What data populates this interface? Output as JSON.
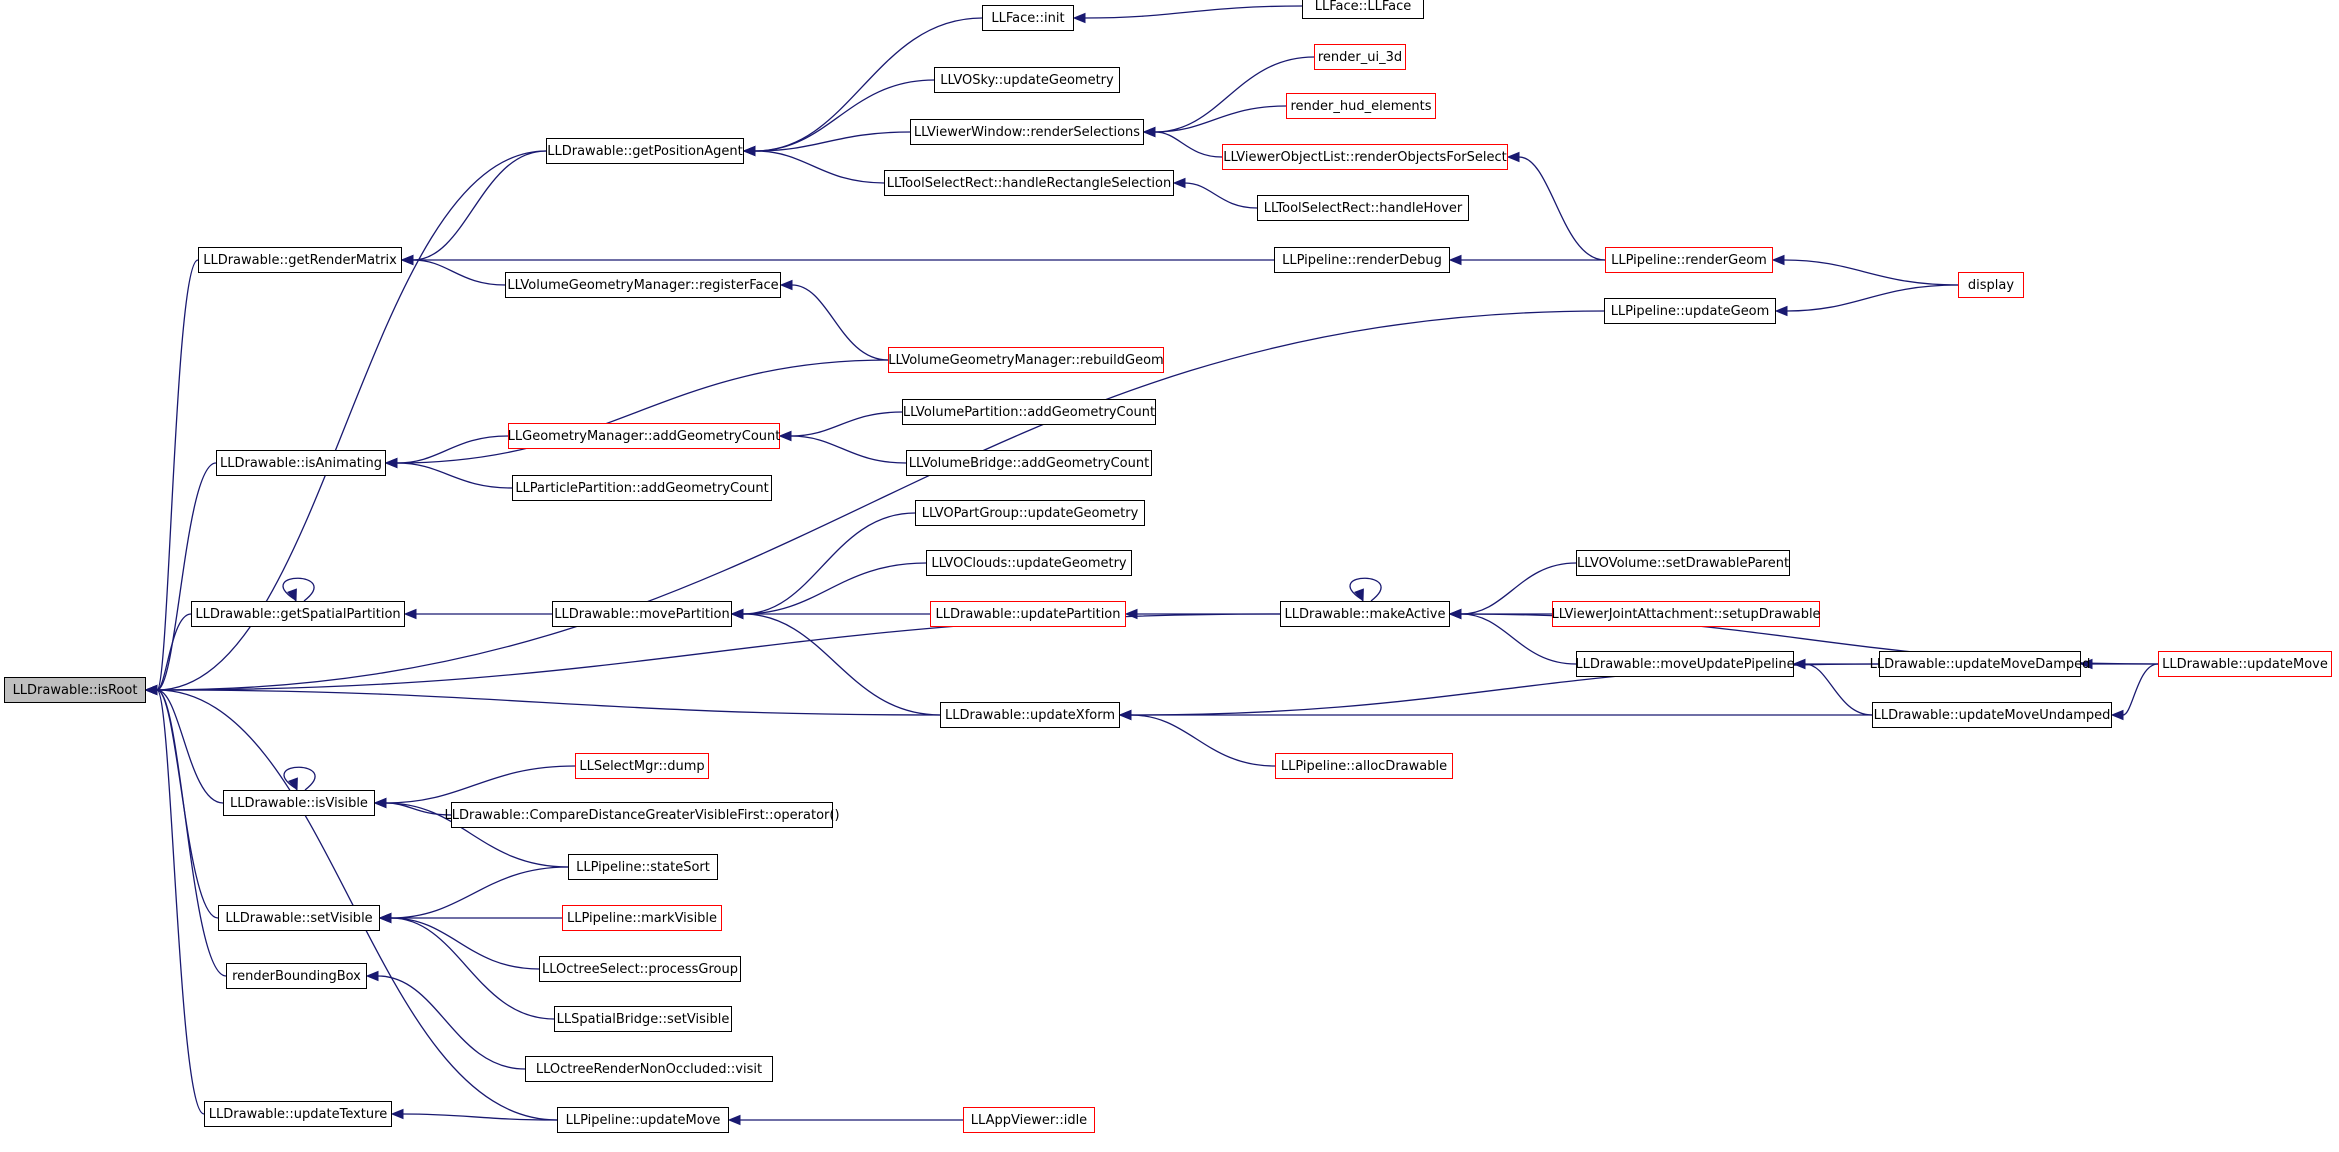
{
  "diagram": {
    "title": "",
    "root_fill": "#bfbfbf",
    "edge_color": "#191970",
    "nodes": [
      {
        "id": "isRoot",
        "label": "LLDrawable::isRoot",
        "border": "black",
        "root": true
      },
      {
        "id": "getPositionAgent",
        "label": "LLDrawable::getPositionAgent",
        "border": "black"
      },
      {
        "id": "getRenderMatrix",
        "label": "LLDrawable::getRenderMatrix",
        "border": "black"
      },
      {
        "id": "isAnimating",
        "label": "LLDrawable::isAnimating",
        "border": "black"
      },
      {
        "id": "getSpatialPartition",
        "label": "LLDrawable::getSpatialPartition",
        "border": "black"
      },
      {
        "id": "isVisible",
        "label": "LLDrawable::isVisible",
        "border": "black"
      },
      {
        "id": "setVisible",
        "label": "LLDrawable::setVisible",
        "border": "black"
      },
      {
        "id": "renderBoundingBox",
        "label": "renderBoundingBox",
        "border": "black"
      },
      {
        "id": "updateTexture",
        "label": "LLDrawable::updateTexture",
        "border": "black"
      },
      {
        "id": "faceInit",
        "label": "LLFace::init",
        "border": "black"
      },
      {
        "id": "faceCtor",
        "label": "LLFace::LLFace",
        "border": "black"
      },
      {
        "id": "skyUpdateGeom",
        "label": "LLVOSky::updateGeometry",
        "border": "black"
      },
      {
        "id": "renderSelections",
        "label": "LLViewerWindow::renderSelections",
        "border": "black"
      },
      {
        "id": "renderUi3d",
        "label": "render_ui_3d",
        "border": "red"
      },
      {
        "id": "renderHud",
        "label": "render_hud_elements",
        "border": "red"
      },
      {
        "id": "renderObjectsForSelect",
        "label": "LLViewerObjectList::renderObjectsForSelect",
        "border": "red"
      },
      {
        "id": "handleRectSel",
        "label": "LLToolSelectRect::handleRectangleSelection",
        "border": "black"
      },
      {
        "id": "handleHover",
        "label": "LLToolSelectRect::handleHover",
        "border": "black"
      },
      {
        "id": "registerFace",
        "label": "LLVolumeGeometryManager::registerFace",
        "border": "black"
      },
      {
        "id": "renderDebug",
        "label": "LLPipeline::renderDebug",
        "border": "black"
      },
      {
        "id": "renderGeom",
        "label": "LLPipeline::renderGeom",
        "border": "red"
      },
      {
        "id": "display",
        "label": "display",
        "border": "red"
      },
      {
        "id": "pipeUpdateGeom",
        "label": "LLPipeline::updateGeom",
        "border": "black"
      },
      {
        "id": "rebuildGeom",
        "label": "LLVolumeGeometryManager::rebuildGeom",
        "border": "red"
      },
      {
        "id": "geomMgrAddCount",
        "label": "LLGeometryManager::addGeometryCount",
        "border": "red"
      },
      {
        "id": "volPartAddCount",
        "label": "LLVolumePartition::addGeometryCount",
        "border": "black"
      },
      {
        "id": "volBridgeAddCount",
        "label": "LLVolumeBridge::addGeometryCount",
        "border": "black"
      },
      {
        "id": "particleAddCount",
        "label": "LLParticlePartition::addGeometryCount",
        "border": "black"
      },
      {
        "id": "partGroupUpdateGeom",
        "label": "LLVOPartGroup::updateGeometry",
        "border": "black"
      },
      {
        "id": "cloudsUpdateGeom",
        "label": "LLVOClouds::updateGeometry",
        "border": "black"
      },
      {
        "id": "movePartition",
        "label": "LLDrawable::movePartition",
        "border": "black"
      },
      {
        "id": "updatePartition",
        "label": "LLDrawable::updatePartition",
        "border": "red"
      },
      {
        "id": "makeActive",
        "label": "LLDrawable::makeActive",
        "border": "black"
      },
      {
        "id": "setDrawableParent",
        "label": "LLVOVolume::setDrawableParent",
        "border": "black"
      },
      {
        "id": "setupDrawable",
        "label": "LLViewerJointAttachment::setupDrawable",
        "border": "red"
      },
      {
        "id": "moveUpdatePipeline",
        "label": "LLDrawable::moveUpdatePipeline",
        "border": "black"
      },
      {
        "id": "updateMoveDamped",
        "label": "LLDrawable::updateMoveDamped",
        "border": "black"
      },
      {
        "id": "updateMove",
        "label": "LLDrawable::updateMove",
        "border": "red"
      },
      {
        "id": "updateMoveUndamped",
        "label": "LLDrawable::updateMoveUndamped",
        "border": "black"
      },
      {
        "id": "updateXform",
        "label": "LLDrawable::updateXform",
        "border": "black"
      },
      {
        "id": "allocDrawable",
        "label": "LLPipeline::allocDrawable",
        "border": "red"
      },
      {
        "id": "selectMgrDump",
        "label": "LLSelectMgr::dump",
        "border": "red"
      },
      {
        "id": "compareDist",
        "label": "LLDrawable::CompareDistanceGreaterVisibleFirst::operator()",
        "border": "black"
      },
      {
        "id": "stateSort",
        "label": "LLPipeline::stateSort",
        "border": "black"
      },
      {
        "id": "markVisible",
        "label": "LLPipeline::markVisible",
        "border": "red"
      },
      {
        "id": "processGroup",
        "label": "LLOctreeSelect::processGroup",
        "border": "black"
      },
      {
        "id": "spatialSetVisible",
        "label": "LLSpatialBridge::setVisible",
        "border": "black"
      },
      {
        "id": "octreeVisit",
        "label": "LLOctreeRenderNonOccluded::visit",
        "border": "black"
      },
      {
        "id": "pipeUpdateMove",
        "label": "LLPipeline::updateMove",
        "border": "black"
      },
      {
        "id": "appIdle",
        "label": "LLAppViewer::idle",
        "border": "red"
      }
    ],
    "edges": [
      [
        "getPositionAgent",
        "isRoot"
      ],
      [
        "getRenderMatrix",
        "isRoot"
      ],
      [
        "isAnimating",
        "isRoot"
      ],
      [
        "getSpatialPartition",
        "isRoot"
      ],
      [
        "isVisible",
        "isRoot"
      ],
      [
        "setVisible",
        "isRoot"
      ],
      [
        "renderBoundingBox",
        "isRoot"
      ],
      [
        "updateTexture",
        "isRoot"
      ],
      [
        "makeActive",
        "isRoot"
      ],
      [
        "updateXform",
        "isRoot"
      ],
      [
        "pipeUpdateGeom",
        "isRoot"
      ],
      [
        "pipeUpdateMove",
        "isRoot"
      ],
      [
        "faceInit",
        "getPositionAgent"
      ],
      [
        "faceCtor",
        "faceInit"
      ],
      [
        "skyUpdateGeom",
        "getPositionAgent"
      ],
      [
        "renderSelections",
        "getPositionAgent"
      ],
      [
        "handleRectSel",
        "getPositionAgent"
      ],
      [
        "renderUi3d",
        "renderSelections"
      ],
      [
        "renderHud",
        "renderSelections"
      ],
      [
        "renderObjectsForSelect",
        "renderSelections"
      ],
      [
        "renderGeom",
        "renderObjectsForSelect"
      ],
      [
        "handleHover",
        "handleRectSel"
      ],
      [
        "getPositionAgent",
        "getRenderMatrix"
      ],
      [
        "renderDebug",
        "getRenderMatrix"
      ],
      [
        "registerFace",
        "getRenderMatrix"
      ],
      [
        "renderGeom",
        "renderDebug"
      ],
      [
        "display",
        "renderGeom"
      ],
      [
        "display",
        "pipeUpdateGeom"
      ],
      [
        "rebuildGeom",
        "registerFace"
      ],
      [
        "rebuildGeom",
        "isAnimating"
      ],
      [
        "geomMgrAddCount",
        "isAnimating"
      ],
      [
        "particleAddCount",
        "isAnimating"
      ],
      [
        "volPartAddCount",
        "geomMgrAddCount"
      ],
      [
        "volBridgeAddCount",
        "geomMgrAddCount"
      ],
      [
        "getSpatialPartition",
        "getSpatialPartition"
      ],
      [
        "movePartition",
        "getSpatialPartition"
      ],
      [
        "partGroupUpdateGeom",
        "movePartition"
      ],
      [
        "cloudsUpdateGeom",
        "movePartition"
      ],
      [
        "updatePartition",
        "movePartition"
      ],
      [
        "updateXform",
        "movePartition"
      ],
      [
        "makeActive",
        "updatePartition"
      ],
      [
        "makeActive",
        "makeActive"
      ],
      [
        "setDrawableParent",
        "makeActive"
      ],
      [
        "setupDrawable",
        "makeActive"
      ],
      [
        "moveUpdatePipeline",
        "makeActive"
      ],
      [
        "updateMove",
        "makeActive"
      ],
      [
        "updateMoveDamped",
        "moveUpdatePipeline"
      ],
      [
        "updateMoveUndamped",
        "moveUpdatePipeline"
      ],
      [
        "updateMove",
        "updateMoveDamped"
      ],
      [
        "updateMove",
        "updateMoveUndamped"
      ],
      [
        "updateMoveDamped",
        "updateXform"
      ],
      [
        "allocDrawable",
        "updateXform"
      ],
      [
        "updateMoveUndamped",
        "updateXform"
      ],
      [
        "isVisible",
        "isVisible"
      ],
      [
        "selectMgrDump",
        "isVisible"
      ],
      [
        "compareDist",
        "isVisible"
      ],
      [
        "stateSort",
        "isVisible"
      ],
      [
        "stateSort",
        "setVisible"
      ],
      [
        "markVisible",
        "setVisible"
      ],
      [
        "processGroup",
        "setVisible"
      ],
      [
        "spatialSetVisible",
        "setVisible"
      ],
      [
        "octreeVisit",
        "renderBoundingBox"
      ],
      [
        "pipeUpdateMove",
        "updateTexture"
      ],
      [
        "appIdle",
        "pipeUpdateMove"
      ]
    ]
  }
}
